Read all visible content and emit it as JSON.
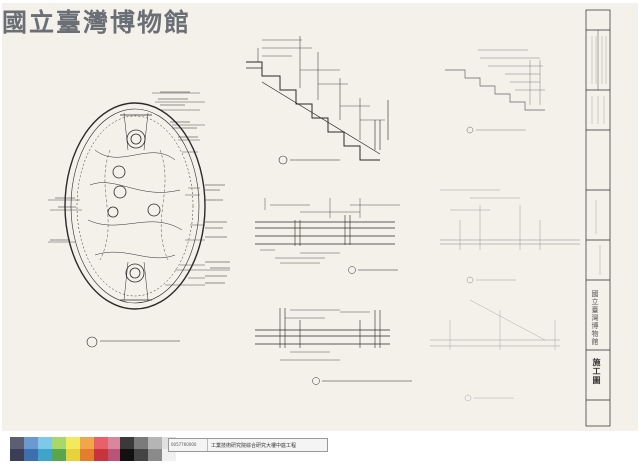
{
  "watermark": "國立臺灣博物館",
  "title_block": {
    "office": "國立臺灣博物館",
    "drawing_title": "施工圖"
  },
  "reference_label": {
    "code": "0057760000",
    "text": "工業技術研究院綜合研究大樓中庭工程"
  },
  "color_swatches": [
    "#5c5f73",
    "#6b9ad2",
    "#7ec9e6",
    "#a8d86a",
    "#f2ea5c",
    "#f2a64a",
    "#e7606a",
    "#d9889c"
  ],
  "color_swatches_row2": [
    "#3b3f55",
    "#3c6fae",
    "#40a4c8",
    "#5aa64a",
    "#e8d23c",
    "#e57d2e",
    "#c8343c",
    "#b85478"
  ],
  "gray_swatches": [
    "#3a3a3a",
    "#7b7b7b",
    "#b5b5b5",
    "#e0e0e0"
  ],
  "gray_swatches_row2": [
    "#111111",
    "#444444",
    "#8a8a8a",
    "#f0f0f0"
  ]
}
